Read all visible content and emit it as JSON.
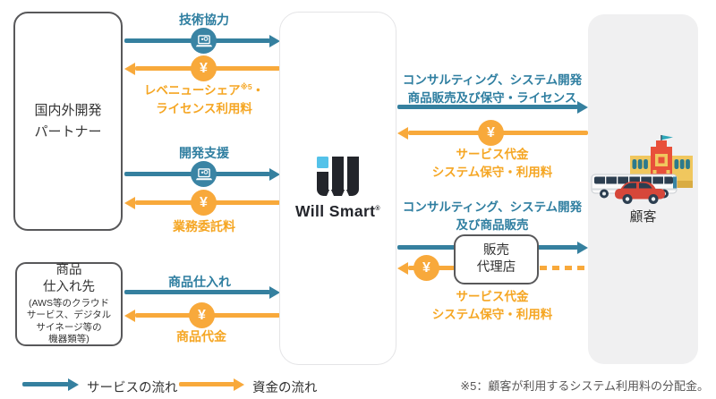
{
  "colors": {
    "service_flow": "#35809F",
    "funds_flow": "#F8A93B",
    "service_label": "#2E7EA0",
    "funds_label": "#F5A623",
    "entity_border": "#58585A",
    "customer_panel_bg": "#F0F0F1",
    "logo_navy": "#23252B",
    "logo_blue": "#54C2E9"
  },
  "entities": {
    "partner": "国内外開発\nパートナー",
    "supplier_title": "商品\n仕入れ先",
    "supplier_detail": "(AWS等のクラウド\nサービス、デジタル\nサイネージ等の\n機器類等)",
    "dealer": "販売\n代理店",
    "customer": "顧客",
    "brand": "Will Smart",
    "brand_mark": "®"
  },
  "flows": {
    "yen_symbol": "¥",
    "tech_coop": "技術協力",
    "revenue_share_main": "レベニューシェア",
    "revenue_share_sup": "※5",
    "revenue_share_tail": "・",
    "revenue_share_line2": "ライセンス利用料",
    "dev_support": "開発支援",
    "outsourcing_fee": "業務委託料",
    "product_purchase": "商品仕入れ",
    "product_payment": "商品代金",
    "consulting_sales_line1": "コンサルティング、システム開発",
    "consulting_sales_line2": "商品販売及び保守・ライセンス",
    "service_fee_line1": "サービス代金",
    "service_fee_line2": "システム保守・利用料",
    "consulting_dealer_line1": "コンサルティング、システム開発",
    "consulting_dealer_line2": "及び商品販売",
    "dealer_service_fee_line1": "サービス代金",
    "dealer_service_fee_line2": "システム保守・利用料"
  },
  "legend": {
    "service": "サービスの流れ",
    "funds": "資金の流れ"
  },
  "footnote": "※5：顧客が利用するシステム利用料の分配金。"
}
